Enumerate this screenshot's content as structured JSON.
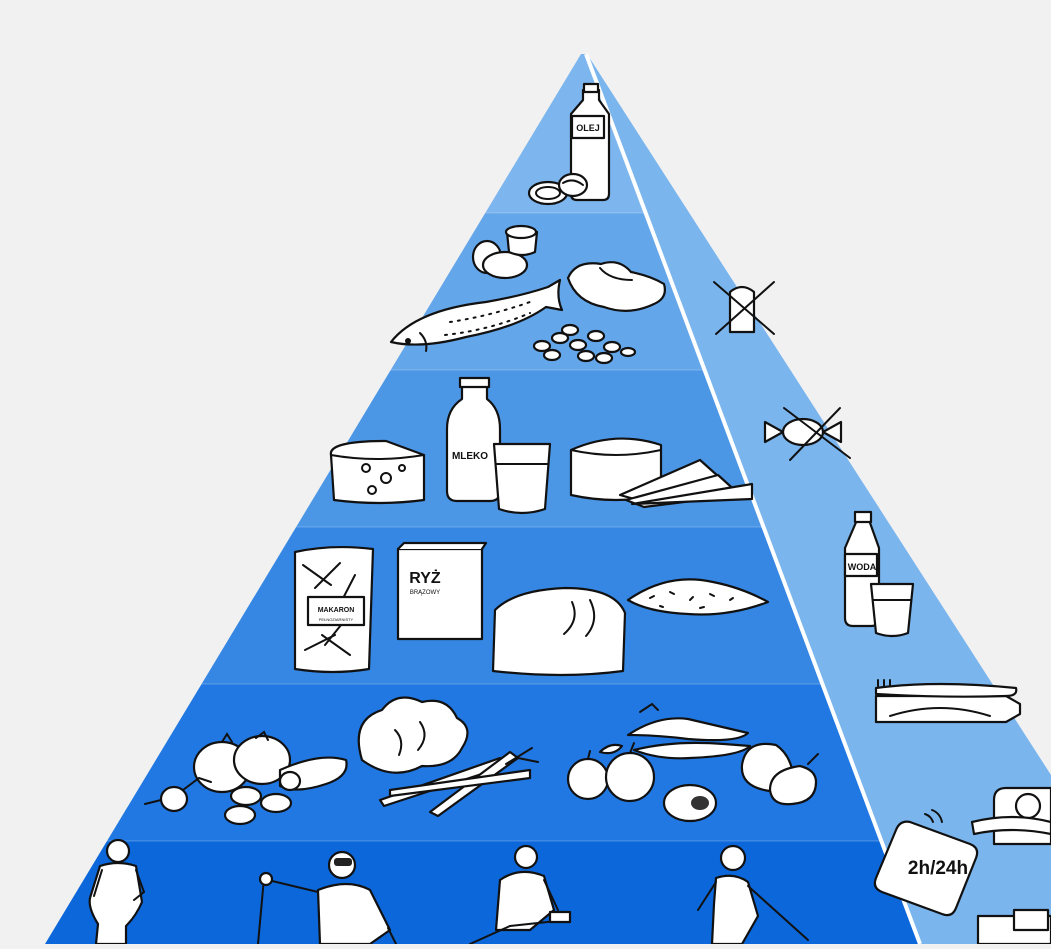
{
  "pyramid": {
    "levels": [
      {
        "name": "oils",
        "color": "#7db6ee",
        "items": [
          "oil-bottle",
          "nuts"
        ]
      },
      {
        "name": "protein",
        "color": "#64a6ea",
        "items": [
          "eggs",
          "yogurt-cup",
          "fish",
          "chicken",
          "beans"
        ]
      },
      {
        "name": "dairy",
        "color": "#4c96e6",
        "items": [
          "cheese-wedge",
          "milk-bottle",
          "milk-glass",
          "cheese-block",
          "cheese-slices"
        ]
      },
      {
        "name": "grains",
        "color": "#3587e3",
        "items": [
          "pasta-bag",
          "rice-box",
          "bread-loaf",
          "groats"
        ]
      },
      {
        "name": "fruit-vegetables",
        "color": "#2178e2",
        "items": [
          "tomatoes",
          "radish",
          "cucumber",
          "cauliflower",
          "carrots",
          "apples",
          "bananas",
          "avocado",
          "pears"
        ]
      },
      {
        "name": "activity",
        "color": "#0c67da",
        "items": [
          "runner",
          "skier",
          "cyclist",
          "walker"
        ]
      }
    ],
    "side_color": "#7ab5ee",
    "side_edge_color": "#ffffff"
  },
  "labels": {
    "oil": "OLEJ",
    "milk": "MLEKO",
    "rice_title": "RYŻ",
    "rice_sub": "BRĄZOWY",
    "pasta": "MAKARON",
    "pasta_sub": "PEŁNOZIARNISTY",
    "water": "WODA",
    "screen_time": "2h/24h"
  },
  "side_items": [
    "salt-crossed",
    "candy-crossed",
    "water-bottle",
    "toothpaste",
    "scale-tape",
    "bed"
  ]
}
